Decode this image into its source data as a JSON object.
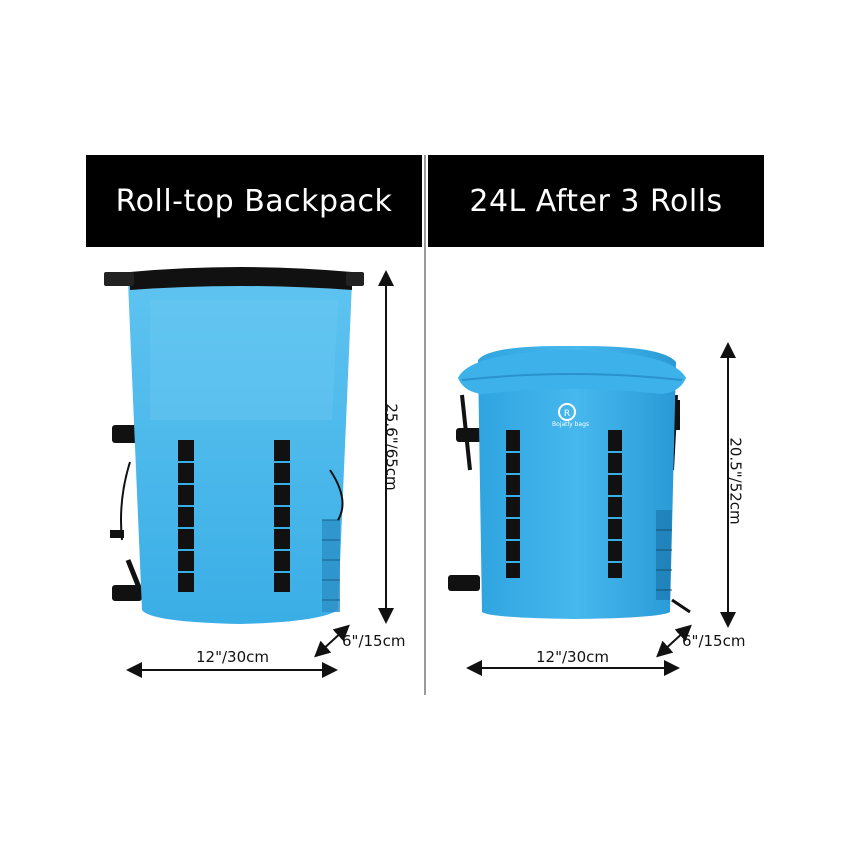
{
  "panels": {
    "left": {
      "title": "Roll-top Backpack",
      "height_label": "25.6\"/65cm",
      "width_label": "12\"/30cm",
      "depth_label": "6\"/15cm"
    },
    "right": {
      "title": "24L After 3 Rolls",
      "height_label": "20.5\"/52cm",
      "width_label": "12\"/30cm",
      "depth_label": "6\"/15cm",
      "logo_text": "Bojatly bags"
    }
  },
  "colors": {
    "bag_blue": "#3fb4ec",
    "bag_blue_dark": "#2a9ad6",
    "strap_black": "#111111",
    "banner_bg": "#000000"
  }
}
